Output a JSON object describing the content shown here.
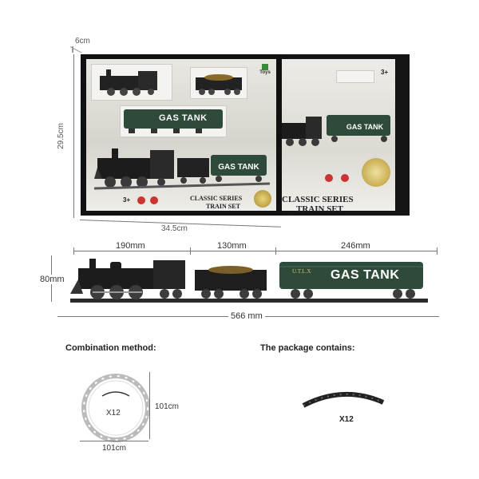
{
  "box": {
    "depth_label": "6cm",
    "height_label": "29.5cm",
    "width_label": "34.5cm",
    "front_title_line1": "CLASSIC SERIES",
    "front_title_line2": "TRAIN SET",
    "side_title_line1": "CLASSIC SERIES",
    "side_title_line2": "TRAIN SET",
    "tank_label": "GAS TANK",
    "side_tank_label": "GAS TANK",
    "age_badge": "3+",
    "side_age_badge": "3+",
    "brand": "Toys"
  },
  "train": {
    "segment_labels": [
      "190mm",
      "130mm",
      "246mm"
    ],
    "height_label": "80mm",
    "total_label": "566 mm",
    "tank_label": "GAS TANK",
    "tank_small": "U.T.L.X"
  },
  "combination": {
    "heading": "Combination method:",
    "count": "X12",
    "width_label": "101cm",
    "height_label": "101cm"
  },
  "package": {
    "heading": "The package contains:",
    "count": "X12"
  },
  "colors": {
    "tank_green": "#2e4a3a",
    "engine_dark": "#1c1c1c",
    "track": "#2a2a2a"
  }
}
